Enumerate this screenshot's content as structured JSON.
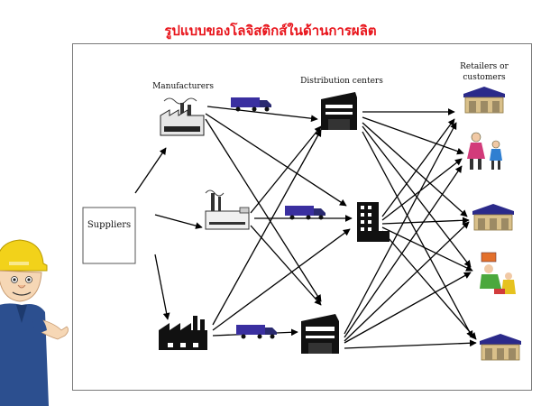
{
  "title": "รูปแบบของโลจิสติกส์ในด้านการผลิต",
  "labels": {
    "manufacturers": "Manufacturers",
    "distribution_centers": "Distribution centers",
    "retailers_line1": "Retailers or",
    "retailers_line2": "customers",
    "suppliers": "Suppliers"
  },
  "colors": {
    "title": "#e8141b",
    "truck": "#3a2fa0",
    "warehouse_roof": "#2b2a8a",
    "arrow": "#000000"
  },
  "icons": {
    "factory": "factory-icon",
    "warehouse": "warehouse-icon",
    "office": "office-building-icon",
    "truck": "truck-icon",
    "store": "store-icon",
    "customers": "customers-icon",
    "mascot": "engineer-mascot-icon"
  }
}
